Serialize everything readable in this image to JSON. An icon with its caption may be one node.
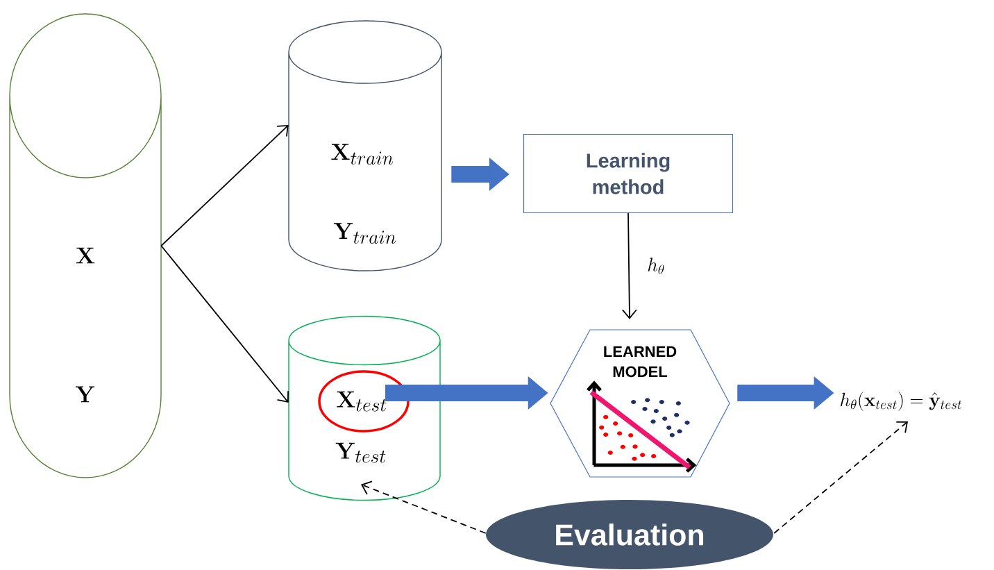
{
  "diagram": {
    "nodes": [
      {
        "text": [
          "\\mathbf{X}",
          "\\mathbf{Y}"
        ]
      },
      {
        "text": [
          "\\mathbf{X}_{train}",
          "\\mathbf{Y}_{train}"
        ]
      },
      {
        "text": [
          "\\mathbf{Y}_{test}"
        ]
      },
      {
        "text": [
          "\\mathbf{X}_{test}"
        ],
        "in": 2
      },
      {
        "text": [
          "Learning method"
        ]
      },
      {
        "text": [
          "LEARNED MODEL"
        ]
      },
      {
        "text": [
          "h_\\theta(\\mathbf{x}_{test}) = \\hat{\\mathbf{y}}_{test}"
        ]
      },
      {
        "text": [
          "Evaluation"
        ]
      }
    ],
    "edges": [
      {
        "from": 0,
        "to": 1,
        "arrow": "to"
      },
      {
        "from": 0,
        "to": 2,
        "arrow": "to"
      },
      {
        "from": 1,
        "to": 4,
        "arrow": "to",
        "style": "thick",
        "color": "#4472c4"
      },
      {
        "from": 4,
        "to": 5,
        "arrow": "to",
        "label": "h_\\theta"
      },
      {
        "from": 3,
        "to": 5,
        "arrow": "to",
        "style": "thick",
        "color": "#4472c4"
      },
      {
        "from": 5,
        "to": 6,
        "arrow": "to",
        "style": "thick",
        "color": "#4472c4"
      },
      {
        "from": 7,
        "to": 2,
        "arrow": "to",
        "style": "dashed"
      },
      {
        "from": 7,
        "to": 6,
        "arrow": "to",
        "style": "dashed"
      }
    ]
  }
}
